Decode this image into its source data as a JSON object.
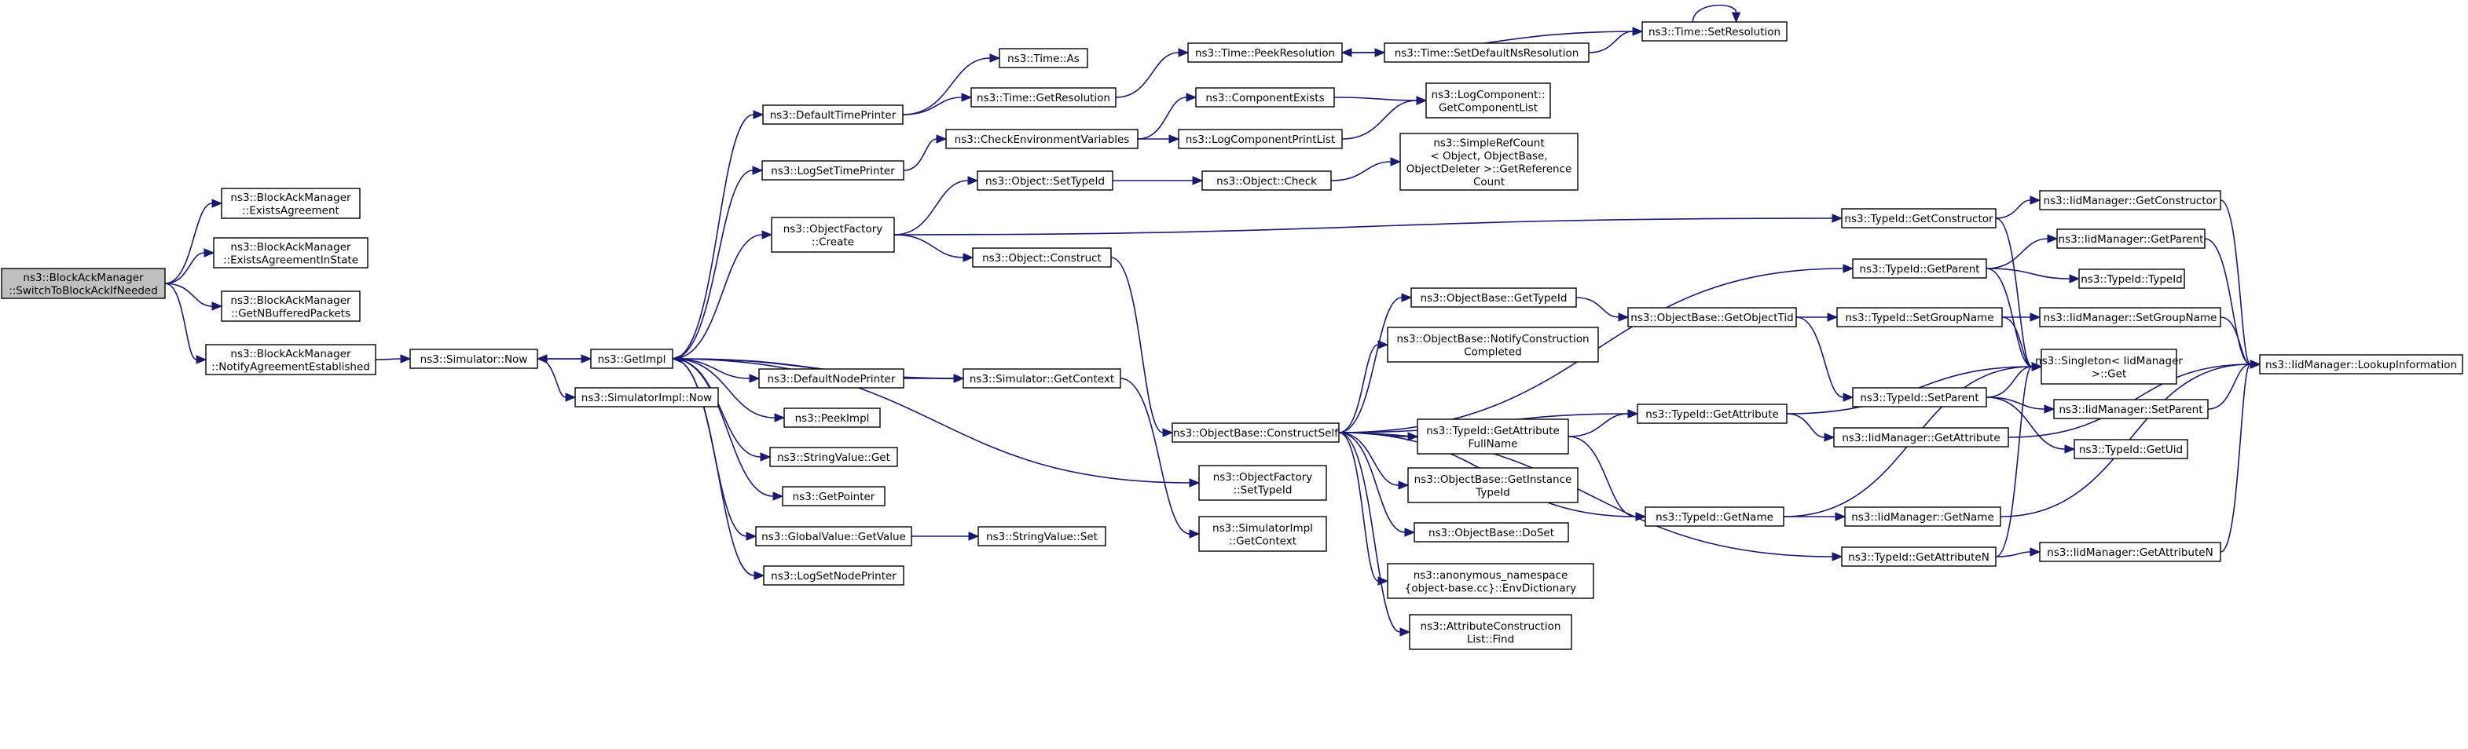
{
  "diagram_title": "",
  "nodes": [
    {
      "id": "root",
      "lines": [
        "ns3::BlockAckManager",
        "::SwitchToBlockAckIfNeeded"
      ],
      "root": true
    },
    {
      "id": "exists",
      "lines": [
        "ns3::BlockAckManager",
        "::ExistsAgreement"
      ]
    },
    {
      "id": "existsState",
      "lines": [
        "ns3::BlockAckManager",
        "::ExistsAgreementInState"
      ]
    },
    {
      "id": "getNBuf",
      "lines": [
        "ns3::BlockAckManager",
        "::GetNBufferedPackets"
      ]
    },
    {
      "id": "notify",
      "lines": [
        "ns3::BlockAckManager",
        "::NotifyAgreementEstablished"
      ]
    },
    {
      "id": "simNow",
      "lines": [
        "ns3::Simulator::Now"
      ]
    },
    {
      "id": "getImpl",
      "lines": [
        "ns3::GetImpl"
      ]
    },
    {
      "id": "simImplNow",
      "lines": [
        "ns3::SimulatorImpl::Now"
      ]
    },
    {
      "id": "defTimePrinter",
      "lines": [
        "ns3::DefaultTimePrinter"
      ]
    },
    {
      "id": "timeAs",
      "lines": [
        "ns3::Time::As"
      ]
    },
    {
      "id": "timeGetRes",
      "lines": [
        "ns3::Time::GetResolution"
      ]
    },
    {
      "id": "timePeekRes",
      "lines": [
        "ns3::Time::PeekResolution"
      ]
    },
    {
      "id": "timeSetDefNs",
      "lines": [
        "ns3::Time::SetDefaultNsResolution"
      ]
    },
    {
      "id": "timeSetRes",
      "lines": [
        "ns3::Time::SetResolution"
      ]
    },
    {
      "id": "logSetTime",
      "lines": [
        "ns3::LogSetTimePrinter"
      ]
    },
    {
      "id": "checkEnv",
      "lines": [
        "ns3::CheckEnvironmentVariables"
      ]
    },
    {
      "id": "compExists",
      "lines": [
        "ns3::ComponentExists"
      ]
    },
    {
      "id": "logCompPrint",
      "lines": [
        "ns3::LogComponentPrintList"
      ]
    },
    {
      "id": "logCompGetList",
      "lines": [
        "ns3::LogComponent::",
        "GetComponentList"
      ]
    },
    {
      "id": "objFactCreate",
      "lines": [
        "ns3::ObjectFactory",
        "::Create"
      ]
    },
    {
      "id": "objSetTypeId",
      "lines": [
        "ns3::Object::SetTypeId"
      ]
    },
    {
      "id": "objCheck",
      "lines": [
        "ns3::Object::Check"
      ]
    },
    {
      "id": "simpleRef",
      "lines": [
        "ns3::SimpleRefCount",
        "< Object, ObjectBase,",
        "ObjectDeleter >::GetReference",
        "Count"
      ]
    },
    {
      "id": "objConstruct",
      "lines": [
        "ns3::Object::Construct"
      ]
    },
    {
      "id": "defNodePrinter",
      "lines": [
        "ns3::DefaultNodePrinter"
      ]
    },
    {
      "id": "simGetContext",
      "lines": [
        "ns3::Simulator::GetContext"
      ]
    },
    {
      "id": "peekImpl",
      "lines": [
        "ns3::PeekImpl"
      ]
    },
    {
      "id": "strValGet",
      "lines": [
        "ns3::StringValue::Get"
      ]
    },
    {
      "id": "getPointer",
      "lines": [
        "ns3::GetPointer"
      ]
    },
    {
      "id": "globalValGet",
      "lines": [
        "ns3::GlobalValue::GetValue"
      ]
    },
    {
      "id": "strValSet",
      "lines": [
        "ns3::StringValue::Set"
      ]
    },
    {
      "id": "logSetNode",
      "lines": [
        "ns3::LogSetNodePrinter"
      ]
    },
    {
      "id": "objBaseConstructSelf",
      "lines": [
        "ns3::ObjectBase::ConstructSelf"
      ]
    },
    {
      "id": "objFactSetTypeId",
      "lines": [
        "ns3::ObjectFactory",
        "::SetTypeId"
      ]
    },
    {
      "id": "simImplGetContext",
      "lines": [
        "ns3::SimulatorImpl",
        "::GetContext"
      ]
    },
    {
      "id": "objBaseGetTypeId",
      "lines": [
        "ns3::ObjectBase::GetTypeId"
      ]
    },
    {
      "id": "objBaseNotify",
      "lines": [
        "ns3::ObjectBase::NotifyConstruction",
        "Completed"
      ]
    },
    {
      "id": "typeIdGetAttrFull",
      "lines": [
        "ns3::TypeId::GetAttribute",
        "FullName"
      ]
    },
    {
      "id": "objBaseGetInstance",
      "lines": [
        "ns3::ObjectBase::GetInstance",
        "TypeId"
      ]
    },
    {
      "id": "objBaseDoSet",
      "lines": [
        "ns3::ObjectBase::DoSet"
      ]
    },
    {
      "id": "envDict",
      "lines": [
        "ns3::anonymous_namespace",
        "{object-base.cc}::EnvDictionary"
      ]
    },
    {
      "id": "attrConstrFind",
      "lines": [
        "ns3::AttributeConstruction",
        "List::Find"
      ]
    },
    {
      "id": "objBaseGetObjectTid",
      "lines": [
        "ns3::ObjectBase::GetObjectTid"
      ]
    },
    {
      "id": "typeIdGetAttr",
      "lines": [
        "ns3::TypeId::GetAttribute"
      ]
    },
    {
      "id": "typeIdGetName",
      "lines": [
        "ns3::TypeId::GetName"
      ]
    },
    {
      "id": "typeIdGetAttrN",
      "lines": [
        "ns3::TypeId::GetAttributeN"
      ]
    },
    {
      "id": "typeIdGetConstructor",
      "lines": [
        "ns3::TypeId::GetConstructor"
      ]
    },
    {
      "id": "typeIdGetParent",
      "lines": [
        "ns3::TypeId::GetParent"
      ]
    },
    {
      "id": "typeIdSetGroupName",
      "lines": [
        "ns3::TypeId::SetGroupName"
      ]
    },
    {
      "id": "typeIdSetParent",
      "lines": [
        "ns3::TypeId::SetParent"
      ]
    },
    {
      "id": "iidGetAttribute",
      "lines": [
        "ns3::IidManager::GetAttribute"
      ]
    },
    {
      "id": "iidGetName",
      "lines": [
        "ns3::IidManager::GetName"
      ]
    },
    {
      "id": "singletonGet",
      "lines": [
        "ns3::Singleton< IidManager",
        ">::Get"
      ]
    },
    {
      "id": "iidGetConstructor",
      "lines": [
        "ns3::IidManager::GetConstructor"
      ]
    },
    {
      "id": "iidGetParent",
      "lines": [
        "ns3::IidManager::GetParent"
      ]
    },
    {
      "id": "typeIdTypeId",
      "lines": [
        "ns3::TypeId::TypeId"
      ]
    },
    {
      "id": "iidSetGroupName",
      "lines": [
        "ns3::IidManager::SetGroupName"
      ]
    },
    {
      "id": "iidSetParent",
      "lines": [
        "ns3::IidManager::SetParent"
      ]
    },
    {
      "id": "typeIdGetUid",
      "lines": [
        "ns3::TypeId::GetUid"
      ]
    },
    {
      "id": "iidGetAttributeN",
      "lines": [
        "ns3::IidManager::GetAttributeN"
      ]
    },
    {
      "id": "iidLookupInfo",
      "lines": [
        "ns3::IidManager::LookupInformation"
      ]
    }
  ],
  "edges": [
    [
      "root",
      "exists"
    ],
    [
      "root",
      "existsState"
    ],
    [
      "root",
      "getNBuf"
    ],
    [
      "root",
      "notify"
    ],
    [
      "notify",
      "simNow"
    ],
    [
      "simNow",
      "getImpl"
    ],
    [
      "simNow",
      "simImplNow"
    ],
    [
      "getImpl",
      "simNow"
    ],
    [
      "getImpl",
      "defTimePrinter"
    ],
    [
      "getImpl",
      "logSetTime"
    ],
    [
      "getImpl",
      "objFactCreate"
    ],
    [
      "getImpl",
      "defNodePrinter"
    ],
    [
      "getImpl",
      "simGetContext"
    ],
    [
      "getImpl",
      "peekImpl"
    ],
    [
      "getImpl",
      "strValGet"
    ],
    [
      "getImpl",
      "getPointer"
    ],
    [
      "getImpl",
      "globalValGet"
    ],
    [
      "getImpl",
      "logSetNode"
    ],
    [
      "getImpl",
      "objFactSetTypeId"
    ],
    [
      "defTimePrinter",
      "timeAs"
    ],
    [
      "defTimePrinter",
      "timeGetRes"
    ],
    [
      "timeGetRes",
      "timePeekRes"
    ],
    [
      "timePeekRes",
      "timeSetDefNs"
    ],
    [
      "timeSetDefNs",
      "timeSetRes"
    ],
    [
      "timeSetRes",
      "timeSetRes"
    ],
    [
      "timeSetRes",
      "timePeekRes"
    ],
    [
      "logSetTime",
      "checkEnv"
    ],
    [
      "checkEnv",
      "compExists"
    ],
    [
      "checkEnv",
      "logCompPrint"
    ],
    [
      "compExists",
      "logCompGetList"
    ],
    [
      "logCompPrint",
      "logCompGetList"
    ],
    [
      "objFactCreate",
      "objSetTypeId"
    ],
    [
      "objFactCreate",
      "objConstruct"
    ],
    [
      "objFactCreate",
      "typeIdGetConstructor"
    ],
    [
      "objSetTypeId",
      "objCheck"
    ],
    [
      "objCheck",
      "simpleRef"
    ],
    [
      "objConstruct",
      "objBaseConstructSelf"
    ],
    [
      "defNodePrinter",
      "simGetContext"
    ],
    [
      "simGetContext",
      "getImpl"
    ],
    [
      "simGetContext",
      "simImplGetContext"
    ],
    [
      "globalValGet",
      "strValSet"
    ],
    [
      "objBaseConstructSelf",
      "objBaseGetTypeId"
    ],
    [
      "objBaseConstructSelf",
      "objBaseNotify"
    ],
    [
      "objBaseConstructSelf",
      "typeIdGetAttrFull"
    ],
    [
      "objBaseConstructSelf",
      "objBaseGetInstance"
    ],
    [
      "objBaseConstructSelf",
      "objBaseDoSet"
    ],
    [
      "objBaseConstructSelf",
      "envDict"
    ],
    [
      "objBaseConstructSelf",
      "attrConstrFind"
    ],
    [
      "objBaseConstructSelf",
      "typeIdGetAttr"
    ],
    [
      "objBaseConstructSelf",
      "typeIdGetParent"
    ],
    [
      "objBaseConstructSelf",
      "typeIdGetName"
    ],
    [
      "objBaseConstructSelf",
      "typeIdGetAttrN"
    ],
    [
      "objBaseGetTypeId",
      "objBaseGetObjectTid"
    ],
    [
      "objBaseGetObjectTid",
      "typeIdSetGroupName"
    ],
    [
      "objBaseGetObjectTid",
      "typeIdSetParent"
    ],
    [
      "typeIdGetAttrFull",
      "typeIdGetAttr"
    ],
    [
      "typeIdGetAttrFull",
      "typeIdGetName"
    ],
    [
      "typeIdGetAttr",
      "iidGetAttribute"
    ],
    [
      "typeIdGetAttr",
      "singletonGet"
    ],
    [
      "typeIdGetName",
      "iidGetName"
    ],
    [
      "typeIdGetName",
      "singletonGet"
    ],
    [
      "typeIdGetAttrN",
      "iidGetAttributeN"
    ],
    [
      "typeIdGetAttrN",
      "singletonGet"
    ],
    [
      "typeIdGetConstructor",
      "iidGetConstructor"
    ],
    [
      "typeIdGetConstructor",
      "singletonGet"
    ],
    [
      "typeIdGetParent",
      "iidGetParent"
    ],
    [
      "typeIdGetParent",
      "typeIdTypeId"
    ],
    [
      "typeIdGetParent",
      "singletonGet"
    ],
    [
      "typeIdSetGroupName",
      "iidSetGroupName"
    ],
    [
      "typeIdSetGroupName",
      "singletonGet"
    ],
    [
      "typeIdSetParent",
      "iidSetParent"
    ],
    [
      "typeIdSetParent",
      "typeIdGetUid"
    ],
    [
      "typeIdSetParent",
      "singletonGet"
    ],
    [
      "iidGetAttribute",
      "iidLookupInfo"
    ],
    [
      "iidGetName",
      "iidLookupInfo"
    ],
    [
      "iidGetAttributeN",
      "iidLookupInfo"
    ],
    [
      "iidGetConstructor",
      "iidLookupInfo"
    ],
    [
      "iidGetParent",
      "iidLookupInfo"
    ],
    [
      "iidSetGroupName",
      "iidLookupInfo"
    ],
    [
      "iidSetParent",
      "iidLookupInfo"
    ]
  ]
}
